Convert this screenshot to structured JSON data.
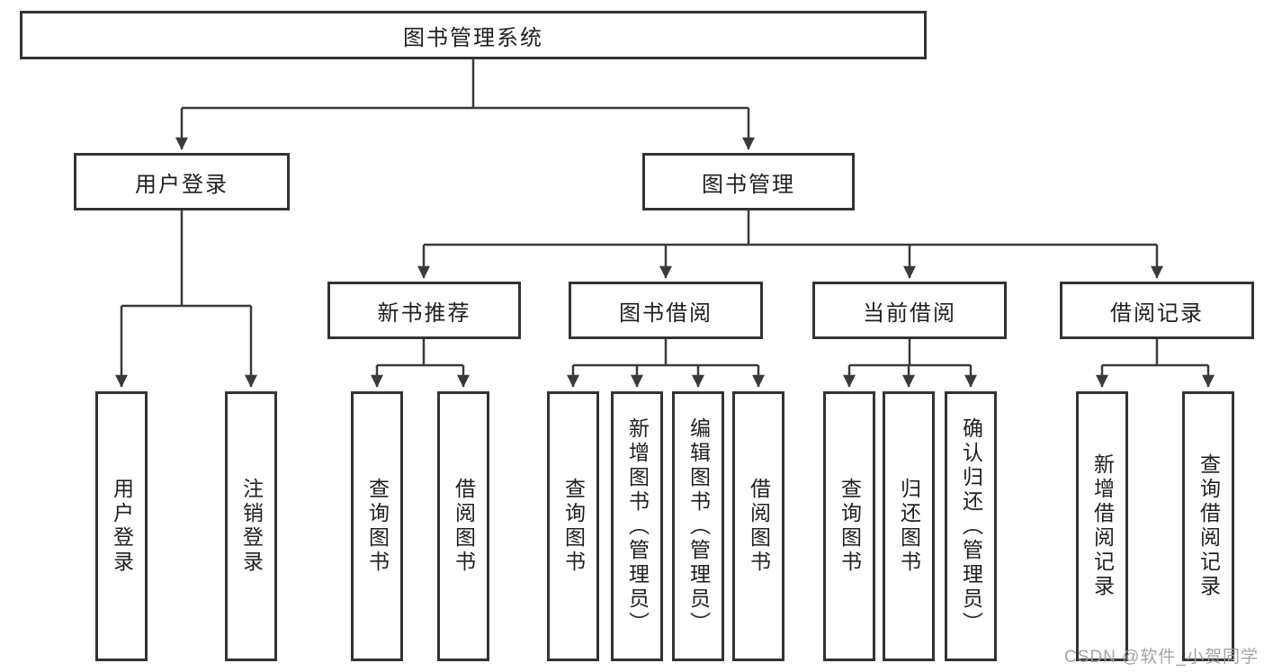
{
  "tree": {
    "label": "图书管理系统",
    "children": [
      {
        "label": "用户登录",
        "children": [
          {
            "label": "用户登录"
          },
          {
            "label": "注销登录"
          }
        ]
      },
      {
        "label": "图书管理",
        "children": [
          {
            "label": "新书推荐",
            "children": [
              {
                "label": "查询图书"
              },
              {
                "label": "借阅图书"
              }
            ]
          },
          {
            "label": "图书借阅",
            "children": [
              {
                "label": "查询图书"
              },
              {
                "label": "新增图书（管理员）"
              },
              {
                "label": "编辑图书（管理员）"
              },
              {
                "label": "借阅图书"
              }
            ]
          },
          {
            "label": "当前借阅",
            "children": [
              {
                "label": "查询图书"
              },
              {
                "label": "归还图书"
              },
              {
                "label": "确认归还（管理员）"
              }
            ]
          },
          {
            "label": "借阅记录",
            "children": [
              {
                "label": "新增借阅记录"
              },
              {
                "label": "查询借阅记录"
              }
            ]
          }
        ]
      }
    ]
  },
  "watermark": "CSDN @软件_小贺同学",
  "colors": {
    "line": "#3a3a3a",
    "box_border": "#333333",
    "text": "#1f1f1f",
    "watermark": "#9e9e9e",
    "background": "#ffffff"
  }
}
